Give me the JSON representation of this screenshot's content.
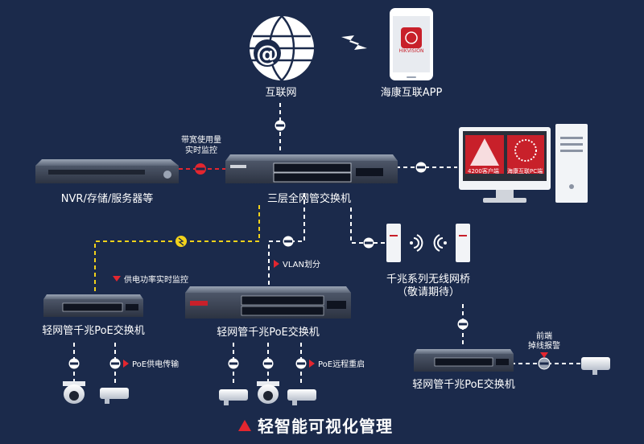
{
  "nodes": {
    "internet": "互联网",
    "app": "海康互联APP",
    "nvr": "NVR/存储/服务器等",
    "core_switch": "三层全网管交换机",
    "wireless_bridge_line1": "千兆系列无线网桥",
    "wireless_bridge_line2": "（敬请期待）",
    "poe_left": "轻网管千兆PoE交换机",
    "poe_mid": "轻网管千兆PoE交换机",
    "poe_right": "轻网管千兆PoE交换机",
    "pc_screen_left": "4200客户端",
    "pc_screen_right": "海康互联PC端",
    "app_brand": "HIKVISION"
  },
  "annotations": {
    "bandwidth_line1": "带宽使用量",
    "bandwidth_line2": "实时监控",
    "power_monitor": "供电功率实时监控",
    "vlan": "VLAN划分",
    "poe_power": "PoE供电传输",
    "poe_reboot": "PoE远程重启",
    "front_end_line1": "前端",
    "front_end_line2": "掉线报警"
  },
  "footer": {
    "title": "轻智能可视化管理"
  },
  "colors": {
    "background": "#1b2a4b",
    "accent": "#e3262f",
    "dash_white": "#ffffff",
    "dash_yellow": "#f2d21b",
    "dash_red": "#e3262f"
  }
}
